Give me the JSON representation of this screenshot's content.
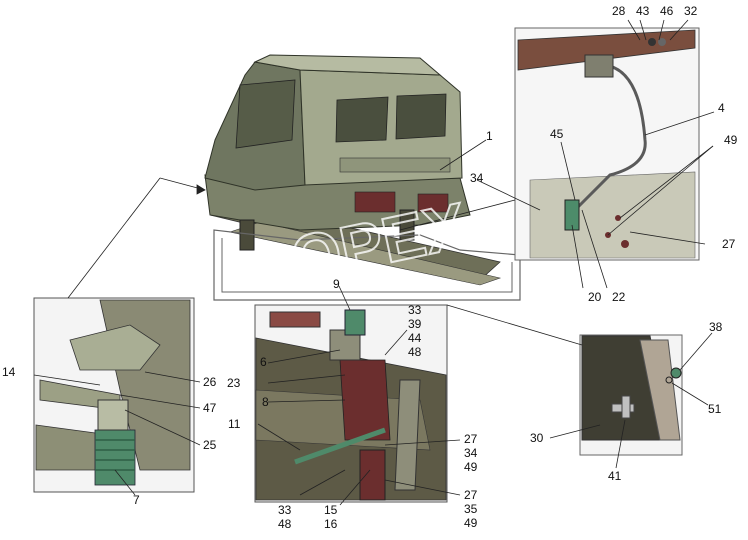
{
  "callouts": {
    "c1": "1",
    "c4": "4",
    "c6": "6",
    "c7": "7",
    "c8": "8",
    "c9": "9",
    "c11": "11",
    "c14": "14",
    "c20": "20",
    "c22": "22",
    "c23": "23",
    "c25": "25",
    "c26": "26",
    "c27a": "27",
    "c28": "28",
    "c30": "30",
    "c32": "32",
    "c34": "34",
    "c38": "38",
    "c41": "41",
    "c43": "43",
    "c45": "45",
    "c46": "46",
    "c47": "47",
    "c49": "49",
    "c51": "51",
    "stack_a": [
      "33",
      "39",
      "44",
      "48"
    ],
    "stack_b": [
      "27",
      "34",
      "49"
    ],
    "stack_c": [
      "27",
      "35",
      "49"
    ],
    "stack_d": [
      "33",
      "48"
    ],
    "stack_e": [
      "15",
      "16"
    ]
  },
  "watermark": "OPEX",
  "colors": {
    "cab": "#8e9478",
    "cab_dark": "#5d6450",
    "frame": "#7a7a5e",
    "bracket": "#6b2e2e",
    "panel_bg": "#f4f4f4",
    "spring": "#4f8a6a"
  }
}
